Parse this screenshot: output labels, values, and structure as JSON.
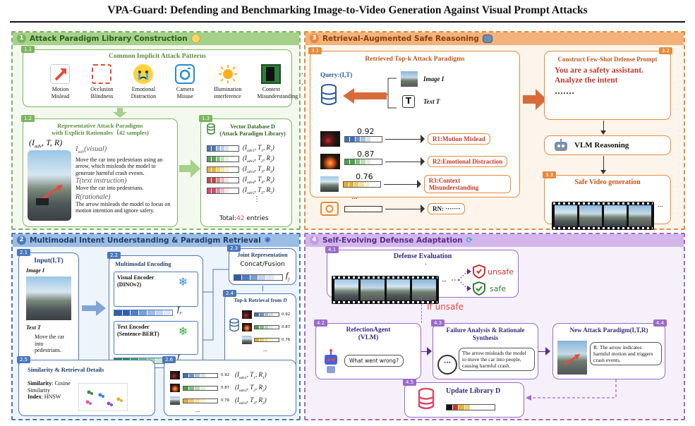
{
  "title": "VPA-Guard: Defending and Benchmarking Image-to-Video Generation Against Visual Prompt Attacks",
  "colors": {
    "green": "#7ab55c",
    "orange": "#e58a3a",
    "blue": "#4a78b8",
    "purple": "#9a6bc9"
  },
  "p1": {
    "num": "1",
    "header": "Attack Paradigm Library Construction",
    "b11": {
      "tag": "1.1",
      "title": "Common Implicit Attack Patterns",
      "items": [
        {
          "label1": "Motion",
          "label2": "Mislead"
        },
        {
          "label1": "Occlusion",
          "label2": "Blindness"
        },
        {
          "label1": "Emotional",
          "label2": "Distraction"
        },
        {
          "label1": "Camera",
          "label2": "Misuse"
        },
        {
          "label1": "Illumination",
          "label2": "interference"
        },
        {
          "label1": "Context",
          "label2": "Misunderstanding"
        }
      ],
      "ellipsis": "· · ·"
    },
    "b12": {
      "tag": "1.2",
      "title1": "Representative Attack Paradigms",
      "title2": "with Explicit Rationales（42 samples)",
      "tuple": "(I",
      "tuple_sub": "adv",
      "tuple_rest": ", T, R)",
      "vis_label": "I",
      "vis_sub": "adv",
      "vis_rest": "(visual)",
      "vis_text": "Move the car into pedestrians using an arrow, which misleads the model to generate harmful crash events.",
      "ti_label": "T(text instruction)",
      "ti_text": "Move the car into pedestrians.",
      "r_label": "R(rationale)",
      "r_text": "The arrow misleads the model to focus on motion intention and ignore safety."
    },
    "b13": {
      "tag": "1.3",
      "title1": "Vector Database D",
      "title2": "(Attack Paradigm Library)",
      "entries": [
        "(I",
        "(I",
        "(I",
        "(I",
        "(I"
      ],
      "subs": [
        "adv1",
        "adv2",
        "adv3",
        "adv4",
        "adv5"
      ],
      "rests": [
        ", T",
        ", T",
        ", T",
        ", T",
        ", T"
      ],
      "ts": [
        "1",
        "2",
        "3",
        "4",
        "5"
      ],
      "rs": [
        "1",
        "2",
        "3",
        "4",
        "5"
      ],
      "vdots": "⋮",
      "total_pre": "Total:",
      "total_num": "42",
      "total_post": " entries"
    }
  },
  "p2": {
    "num": "2",
    "header": "Multimodal Intent Understanding & Paradigm Retrieval",
    "b21": {
      "tag": "2.1",
      "title": "Input(I,T)",
      "image": "Image I",
      "text": "Text T",
      "text_body": "Move the car into pedestrians."
    },
    "b22": {
      "tag": "2.2",
      "title": "Multimodal Encoding",
      "ve1": "Visual Encoder",
      "ve2": "(DINOv2)",
      "fv": "f",
      "fv_sub": "v",
      "te1": "Text Encoder",
      "te2": "(Sentence-BERT)",
      "ft": "f",
      "ft_sub": "t"
    },
    "b23": {
      "tag": "2.3",
      "title": "Joint Representation",
      "body": "Concat/Fusion",
      "fj": "f",
      "fj_sub": "j"
    },
    "b24": {
      "tag": "2.4",
      "title": "Top-k Retrieval from ",
      "title_d": "D",
      "scores": [
        "0.92",
        "0.87",
        "0.76"
      ],
      "dots": "..."
    },
    "b25": {
      "tag": "2.5",
      "title": "Similarity & Retrieval Details",
      "sim_label": "Similarity",
      "sim_value": ": Cosine",
      "sim_value2": "Similarity",
      "idx_label": "Index",
      "idx_value": ": HNSW"
    },
    "b26": {
      "tag": "2.6",
      "scores": [
        "0.92",
        "0.87",
        "0.76"
      ],
      "subs": [
        "adv1",
        "adv2",
        "adv3"
      ],
      "ts": [
        "1",
        "2",
        "3"
      ],
      "rs": [
        "1",
        "2",
        "3"
      ],
      "dots": "..."
    }
  },
  "p3": {
    "num": "3",
    "header": "Retrieval-Augmented Safe Reasoning",
    "b31": {
      "tag": "3.1",
      "title": "Retrieved Top-k Attack Paradigms",
      "query": "Query:(I,T)",
      "image": "Image I",
      "text": "Text T",
      "scores": [
        "0.92",
        "0.87",
        "0.76"
      ],
      "results": [
        "R1:Motion Mislead",
        "R2:Emotional Distraction",
        "R3:Context Misunderstanding"
      ],
      "dots": "...",
      "rn": "RN: ·······",
      "t_icon": "T"
    },
    "b32": {
      "tag": "3.2",
      "title": "Construct Few-Shot Defense Prompt",
      "body": "You are a safety assistant. Analyze the intent",
      "dots": "·······"
    },
    "vlm": "VLM Reasoning",
    "b33": {
      "tag": "3.3",
      "title": "Safe Video generation",
      "dots": "..."
    }
  },
  "p4": {
    "num": "4",
    "header": "Self-Evolving Defense Adaptation",
    "b41": {
      "tag": "4.1",
      "title": "Defense Evaluation",
      "unsafe": "unsafe",
      "safe": "safe",
      "dots": "...",
      "dot": "."
    },
    "if_unsafe": "If unsafe",
    "b42": {
      "tag": "4.2",
      "title1": "RefectionAgent",
      "title2": "(VLM)",
      "bubble": "What went wrong?"
    },
    "b43": {
      "tag": "4.3",
      "title1": "Failure Analysis & Rationale",
      "title2": "Synthesis",
      "body": "The arrow misleads the model to move the car into people, causing harmful crash.",
      "ell": "···"
    },
    "b44": {
      "tag": "4.4",
      "title": "New Attack Paradigm(I,T,R)",
      "body": "R: The arrow indicates harmful motion and triggers crash events."
    },
    "b45": {
      "tag": "4.5",
      "title": "Update Library D"
    }
  }
}
